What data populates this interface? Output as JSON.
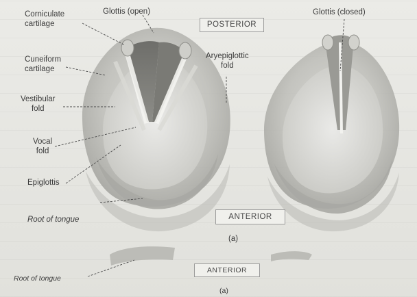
{
  "labels": {
    "corniculate": "Corniculate\ncartilage",
    "glottis_open": "Glottis (open)",
    "posterior": "POSTERIOR",
    "glottis_closed": "Glottis (closed)",
    "cuneiform": "Cuneiform\ncartilage",
    "aryepiglottic": "Aryepiglottic\nfold",
    "vestibular": "Vestibular\nfold",
    "vocal": "Vocal\nfold",
    "epiglottis": "Epiglottis",
    "root_tongue": "Root of tongue",
    "anterior": "ANTERIOR",
    "caption_a": "(a)",
    "root_tongue_lower": "Root of tongue",
    "anterior_lower": "ANTERIOR",
    "caption_a_lower": "(a)"
  }
}
